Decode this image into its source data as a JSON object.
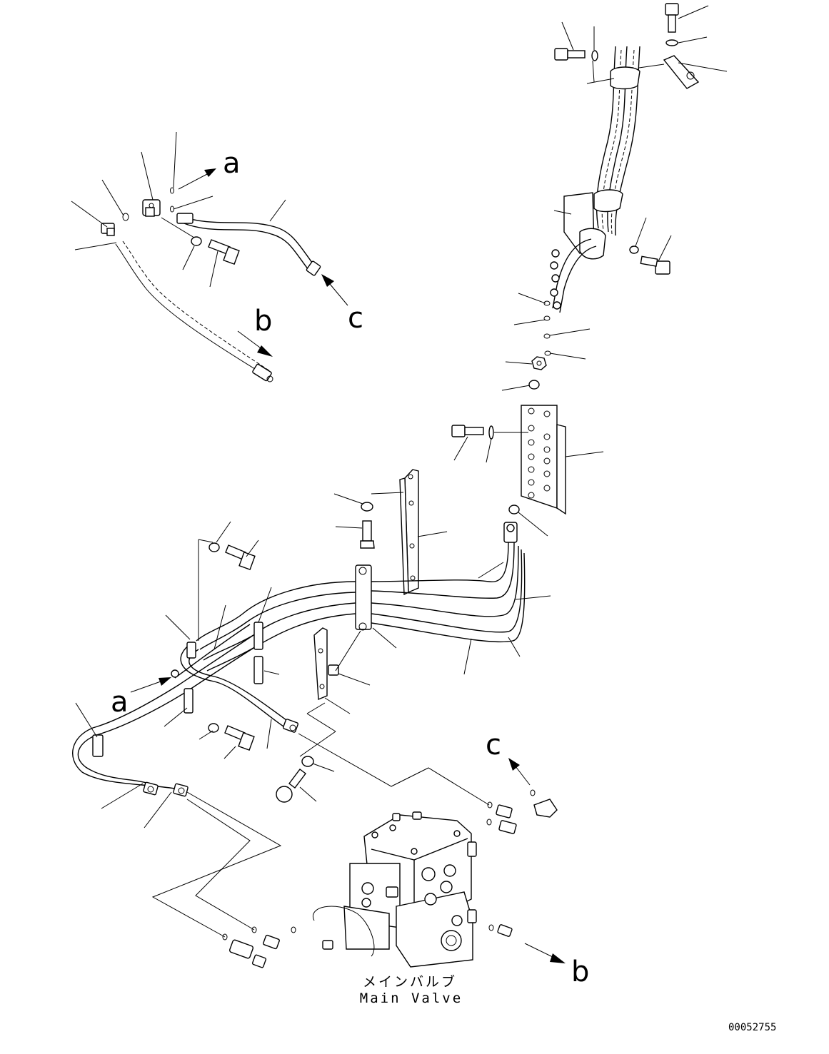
{
  "labels": {
    "a": "a",
    "b": "b",
    "c": "c"
  },
  "caption": {
    "jp": "メインバルブ",
    "en": "Main Valve"
  },
  "drawing_number": "00052755"
}
